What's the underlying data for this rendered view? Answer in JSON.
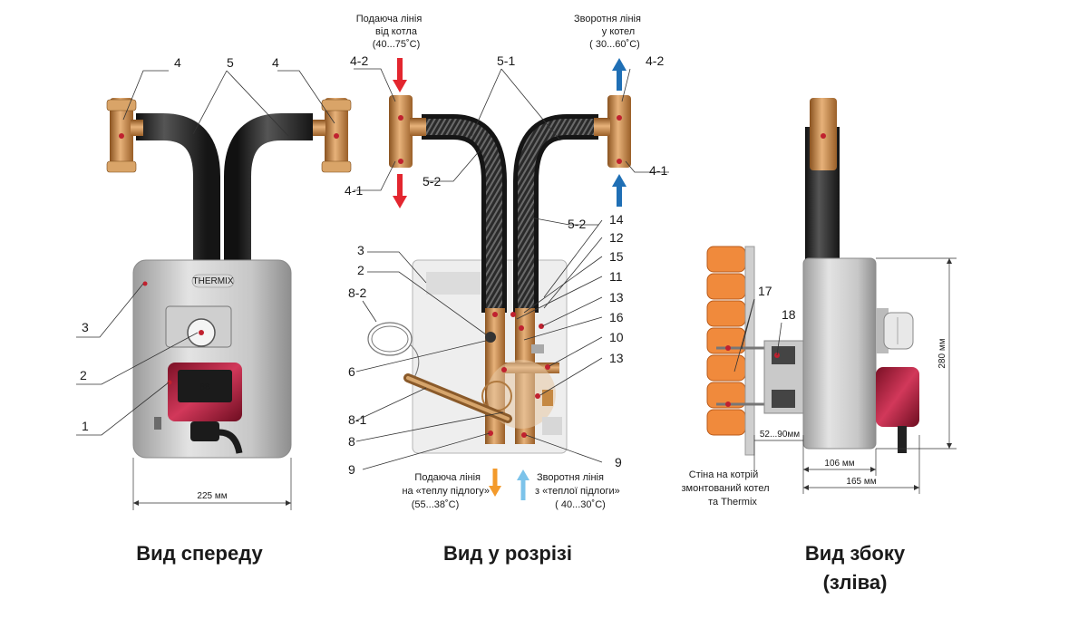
{
  "titles": {
    "front": "Вид спереду",
    "section": "Вид у розрізі",
    "side_line1": "Вид збоку",
    "side_line2": "(зліва)"
  },
  "front_labels": {
    "l4a": "4",
    "l5": "5",
    "l4b": "4",
    "l3": "3",
    "l2": "2",
    "l1": "1"
  },
  "front_dims": {
    "width": "225 мм"
  },
  "section_labels": {
    "l4_2a": "4-2",
    "l4_1a": "4-1",
    "l5_1": "5-1",
    "l5_2a": "5-2",
    "l4_2b": "4-2",
    "l4_1b": "4-1",
    "l5_2b": "5-2",
    "l14": "14",
    "l12": "12",
    "l15": "15",
    "l11": "11",
    "l13a": "13",
    "l16": "16",
    "l10": "10",
    "l13b": "13",
    "l3": "3",
    "l2": "2",
    "l8_2": "8-2",
    "l6": "6",
    "l8_1": "8-1",
    "l8": "8",
    "l9a": "9",
    "l9b": "9"
  },
  "section_captions": {
    "supply_top_1": "Подаюча лінія",
    "supply_top_2": "від котла",
    "supply_top_3": "(40...75˚C)",
    "return_top_1": "Зворотня лінія",
    "return_top_2": "у котел",
    "return_top_3": "( 30...60˚C)",
    "supply_bot_1": "Подаюча лінія",
    "supply_bot_2": "на «теплу підлогу»",
    "supply_bot_3": "(55...38˚C)",
    "return_bot_1": "Зворотня лінія",
    "return_bot_2": "з «теплої підлоги»",
    "return_bot_3": "( 40...30˚C)"
  },
  "side_labels": {
    "l17": "17",
    "l18": "18"
  },
  "side_dims": {
    "height": "280 мм",
    "wall_gap": "52...90мм",
    "d106": "106 мм",
    "d165": "165 мм"
  },
  "side_captions": {
    "wall_1": "Стіна на котрій",
    "wall_2": "змонтований котел",
    "wall_3": "та Thermix"
  },
  "colors": {
    "supply_arrow": "#e3262f",
    "return_arrow": "#1f6fb5",
    "floor_supply_arrow": "#f39a2b",
    "floor_return_arrow": "#7cc3ea",
    "pump": "#b0223c",
    "insulation": "#2b2b2b",
    "brass": "#c8873f",
    "brick": "#f08a3c"
  }
}
